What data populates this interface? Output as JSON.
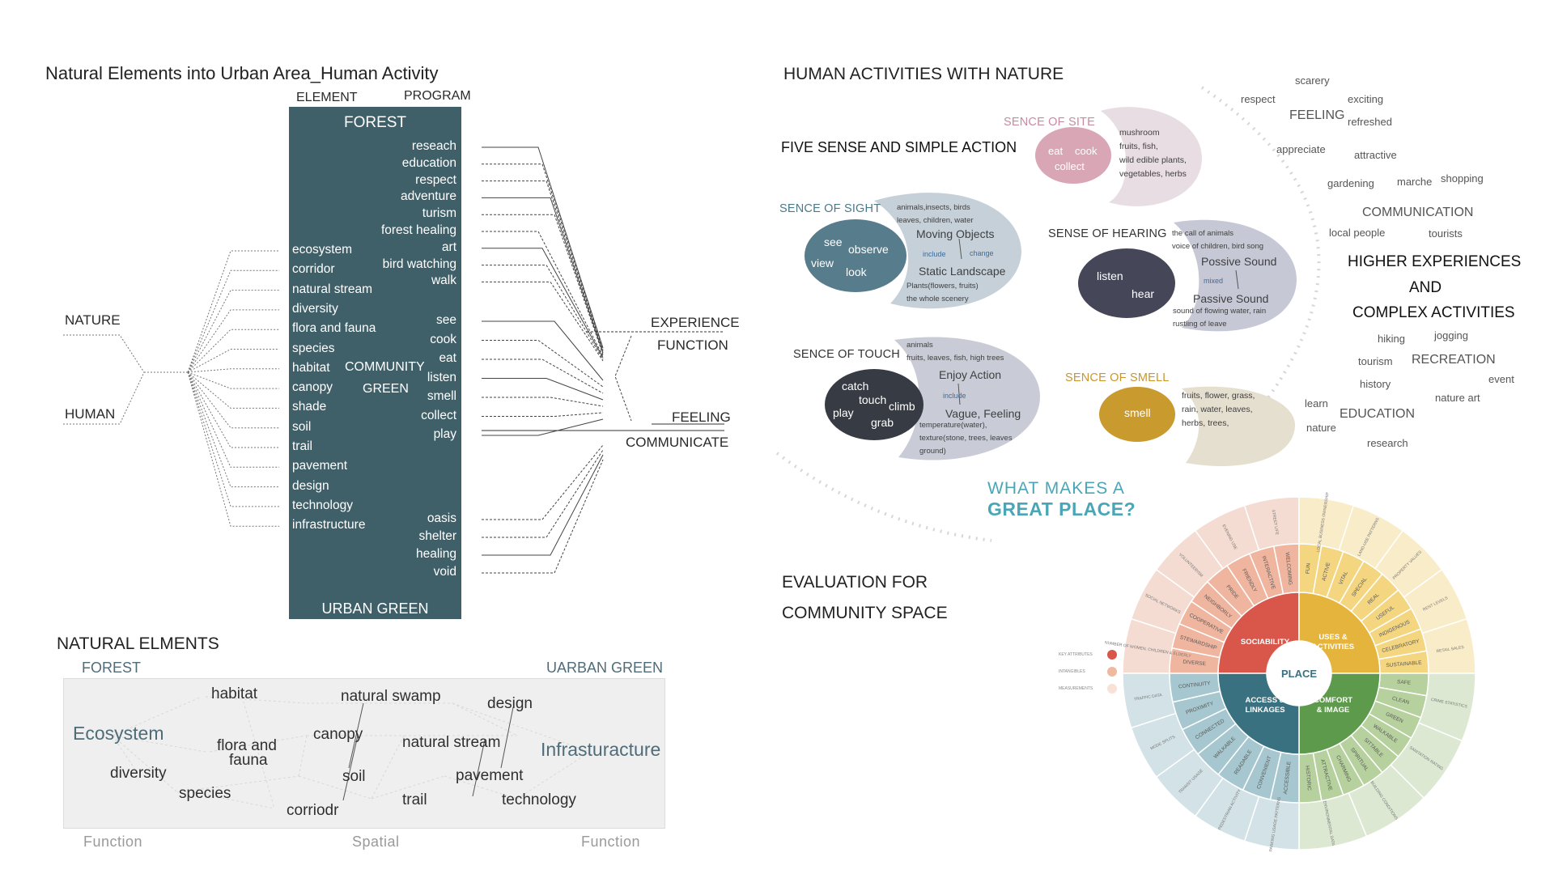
{
  "left": {
    "title": "Natural Elements into Urban Area_Human Activity",
    "col_element": "ELEMENT",
    "col_program": "PROGRAM",
    "forest_label": "FOREST",
    "urban_green_label": "URBAN GREEN",
    "community_green_line1": "COMMUNITY",
    "community_green_line2": "GREEN",
    "nature_label": "NATURE",
    "human_label": "HUMAN",
    "elements": [
      "ecosystem",
      "corridor",
      "natural stream",
      "diversity",
      "flora and fauna",
      "species",
      "habitat",
      "canopy",
      "shade",
      "soil",
      "trail",
      "pavement",
      "design",
      "technology",
      "infrastructure"
    ],
    "programs_top": [
      "reseach",
      "education",
      "respect",
      "adventure",
      "turism",
      "forest healing",
      "art",
      "bird watching",
      "walk"
    ],
    "programs_mid": [
      "see",
      "cook",
      "eat",
      "listen",
      "smell",
      "collect",
      "play"
    ],
    "programs_bottom": [
      "oasis",
      "shelter",
      "healing",
      "void"
    ],
    "experience_label": "EXPERIENCE",
    "function_label": "FUNCTION",
    "feeling_label": "FEELING",
    "communicate_label": "COMMUNICATE"
  },
  "natural_elements": {
    "title": "NATURAL ELMENTS",
    "forest": "FOREST",
    "urban_green": "UARBAN GREEN",
    "words": {
      "ecosystem": "Ecosystem",
      "habitat": "habitat",
      "natural_swamp": "natural swamp",
      "design": "design",
      "canopy": "canopy",
      "flora_1": "flora and",
      "flora_2": "fauna",
      "natural_stream": "natural stream",
      "infrastructure": "Infrasturacture",
      "diversity": "diversity",
      "soil": "soil",
      "pavement": "pavement",
      "species": "species",
      "trail": "trail",
      "technology": "technology",
      "corriodr": "corriodr"
    },
    "footer_left": "Function",
    "footer_mid": "Spatial",
    "footer_right": "Function"
  },
  "human": {
    "title": "HUMAN ACTIVITIES WITH NATURE",
    "five_sense": "FIVE SENSE AND SIMPLE ACTION",
    "site": {
      "title": "SENCE OF SITE",
      "eat": "eat",
      "cook": "cook",
      "collect": "collect",
      "info": [
        "mushroom",
        "fruits, fish,",
        "wild edible plants,",
        "vegetables, herbs"
      ]
    },
    "sight": {
      "title": "SENCE OF SIGHT",
      "see": "see",
      "observe": "observe",
      "view": "view",
      "look": "look",
      "top1": "animals,insects, birds",
      "top2": "leaves, children, water",
      "moving": "Moving Objects",
      "include": "include",
      "change": "change",
      "static": "Static Landscape",
      "bot1": "Plants(flowers, fruits)",
      "bot2": "the whole scenery"
    },
    "hearing": {
      "title": "SENSE OF HEARING",
      "listen": "listen",
      "hear": "hear",
      "top1": "the call of animals",
      "top2": "voice of children, bird song",
      "possive": "Possive Sound",
      "mixed": "mixed",
      "passive": "Passive Sound",
      "bot1": "sound of flowing water, rain",
      "bot2": "rustling of leave"
    },
    "touch": {
      "title": "SENCE OF TOUCH",
      "catch": "catch",
      "touch": "touch",
      "play": "play",
      "climb": "climb",
      "grab": "grab",
      "top1": "animals",
      "top2": "fruits, leaves, fish, high trees",
      "enjoy": "Enjoy Action",
      "include": "include",
      "vague": "Vague, Feeling",
      "bot1": "temperature(water),",
      "bot2": "texture(stone, trees, leaves",
      "bot3": "ground)"
    },
    "smell": {
      "title": "SENCE OF SMELL",
      "smell": "smell",
      "info": [
        "fruits, flower, grass,",
        "rain, water, leaves,",
        "herbs, trees,"
      ]
    },
    "keywords": {
      "scarery": "scarery",
      "respect": "respect",
      "exciting": "exciting",
      "feeling": "FEELING",
      "refreshed": "refreshed",
      "appreciate": "appreciate",
      "attractive": "attractive",
      "gardening": "gardening",
      "marche": "marche",
      "shopping": "shopping",
      "communication": "COMMUNICATION",
      "local_people": "local people",
      "tourists": "tourists",
      "higher1": "HIGHER EXPERIENCES",
      "higher2": "AND",
      "higher3": "COMPLEX ACTIVITIES",
      "hiking": "hiking",
      "jogging": "jogging",
      "tourism": "tourism",
      "recreation": "RECREATION",
      "event": "event",
      "history": "history",
      "nature_art": "nature art",
      "learn": "learn",
      "education": "EDUCATION",
      "nature": "nature",
      "research": "research"
    }
  },
  "place": {
    "q1": "WHAT MAKES A",
    "q2": "GREAT PLACE?",
    "eval1": "EVALUATION FOR",
    "eval2": "COMMUNITY SPACE",
    "center": "PLACE",
    "quadrants": [
      {
        "label1": "SOCIABILITY",
        "label2": "",
        "color": "#d9574a"
      },
      {
        "label1": "USES &",
        "label2": "ACTIVITIES",
        "color": "#e5b43c"
      },
      {
        "label1": "COMFORT",
        "label2": "& IMAGE",
        "color": "#5e9a4c"
      },
      {
        "label1": "ACCESS &",
        "label2": "LINKAGES",
        "color": "#3a7180"
      }
    ],
    "legend": [
      "KEY ATTRIBUTES",
      "INTANGIBLES",
      "MEASUREMENTS"
    ],
    "legend_colors": [
      "#d9574a",
      "#efb9a0",
      "#f8e1d6"
    ],
    "mid_ring": [
      [
        "DIVERSE",
        "STEWARDSHIP",
        "COOPERATIVE",
        "NEIGHBORLY",
        "PRIDE",
        "FRIENDLY",
        "INTERACTIVE",
        "WELCOMING"
      ],
      [
        "FUN",
        "ACTIVE",
        "VITAL",
        "SPECIAL",
        "REAL",
        "USEFUL",
        "INDIGENOUS",
        "CELEBRATORY",
        "SUSTAINABLE"
      ],
      [
        "SAFE",
        "CLEAN",
        "GREEN",
        "WALKABLE",
        "SITTABLE",
        "SPIRITUAL",
        "CHARMING",
        "ATTRACTIVE",
        "HISTORIC"
      ],
      [
        "ACCESSIBLE",
        "CONVENIENT",
        "READABLE",
        "WALKABLE",
        "CONNECTED",
        "PROXIMITY",
        "CONTINUITY"
      ]
    ],
    "outer_ring": [
      [
        "NUMBER OF WOMEN, CHILDREN & ELDERLY",
        "SOCIAL NETWORKS",
        "VOLUNTEERISM",
        "EVENING USE",
        "STREET LIFE"
      ],
      [
        "LOCAL BUSINESS OWNERSHIP",
        "LAND-USE PATTERNS",
        "PROPERTY VALUES",
        "RENT LEVELS",
        "RETAIL SALES"
      ],
      [
        "CRIME STATISTICS",
        "SANITATION RATING",
        "BUILDING CONDITIONS",
        "ENVIRONMENTAL DATA"
      ],
      [
        "PARKING USAGE PATTERNS",
        "PEDESTRIAN ACTIVITY",
        "TRANSIT USAGE",
        "MODE SPLITS",
        "TRAFFIC DATA"
      ]
    ]
  }
}
